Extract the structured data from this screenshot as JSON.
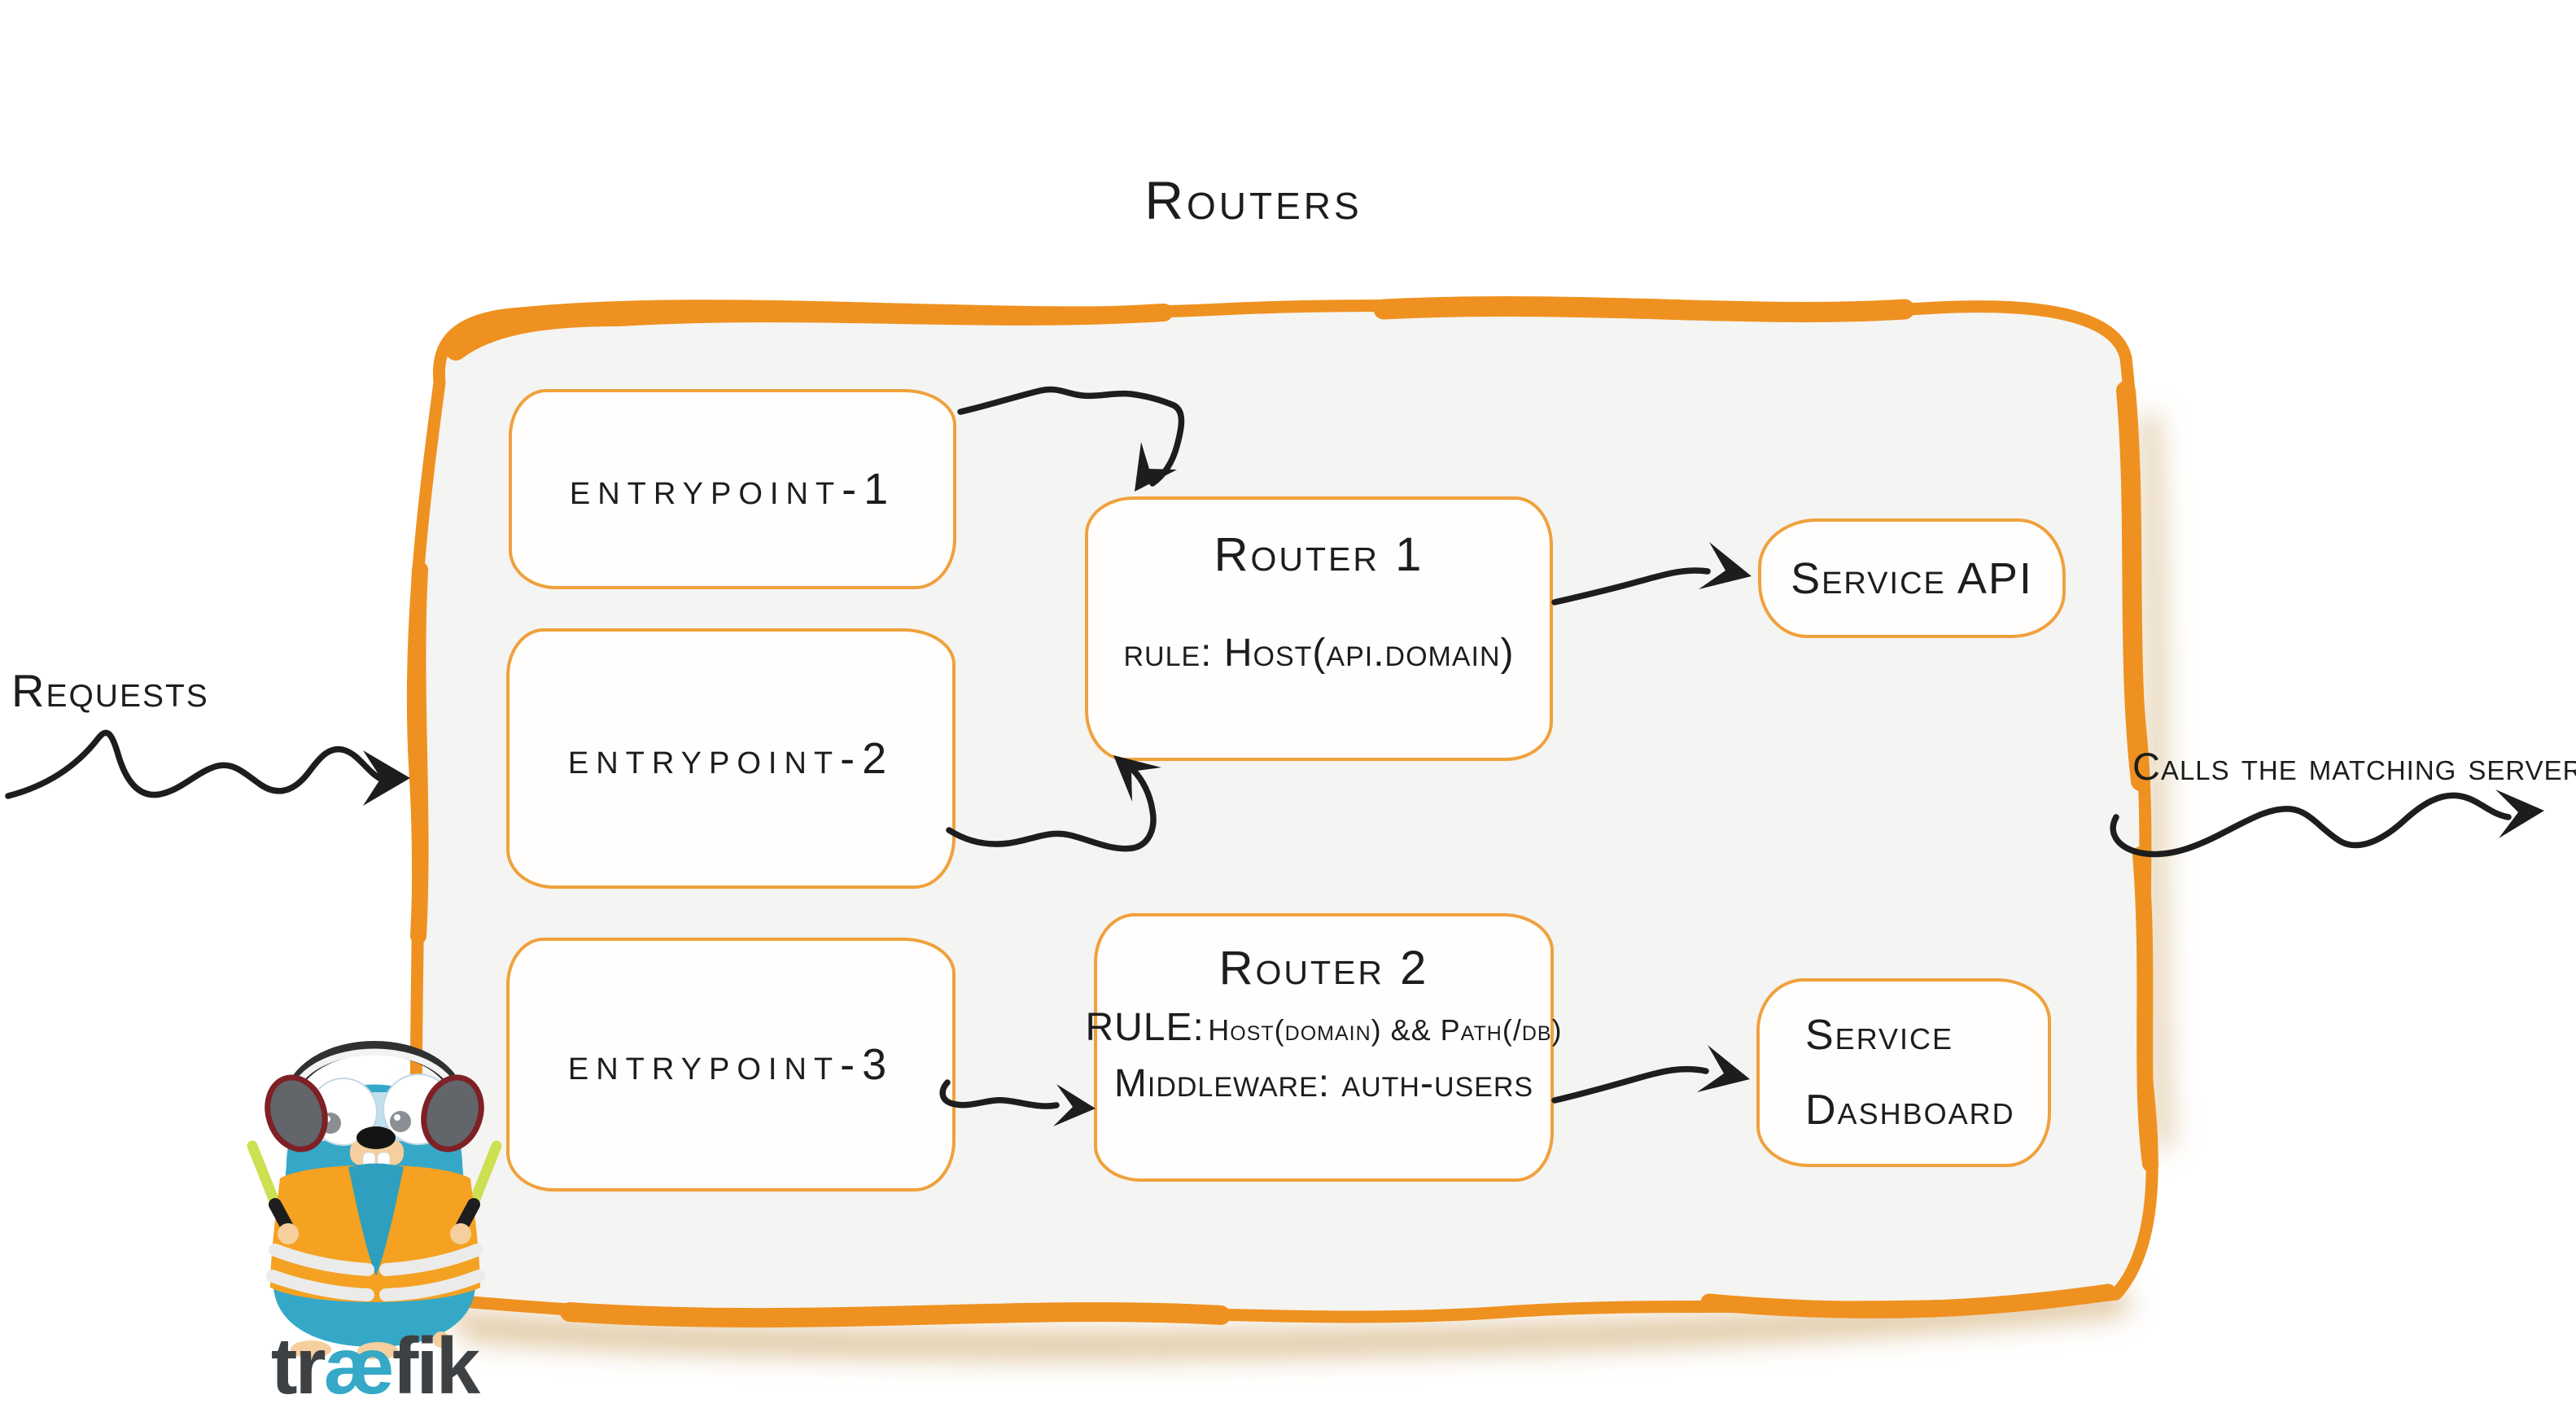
{
  "title": "Routers",
  "outside": {
    "requests_label": "Requests",
    "calls_label": "Calls the matching server"
  },
  "entrypoints": [
    {
      "label": "entrypoint-1"
    },
    {
      "label": "entrypoint-2"
    },
    {
      "label": "entrypoint-3"
    }
  ],
  "routers": [
    {
      "title": "Router 1",
      "rule": "rule: Host(api.domain)"
    },
    {
      "title": "Router 2",
      "rule_label": "RULE:",
      "rule_value": "Host(domain) && Path(/db)",
      "middleware": "Middleware: auth-users"
    }
  ],
  "services": [
    {
      "label": "Service API"
    },
    {
      "line1": "Service",
      "line2": "Dashboard"
    }
  ],
  "logo": {
    "wordmark": {
      "pre": "tr",
      "ae": "æ",
      "post": "fik"
    }
  },
  "colors": {
    "panel_border": "#ef9120",
    "box_border": "#f0a13c",
    "panel_fill": "#f4f4f3",
    "ink": "#1d1d1d",
    "brand_teal": "#36a8c8",
    "vest_orange": "#f5a122",
    "shadow_tan": "#caa05f"
  }
}
